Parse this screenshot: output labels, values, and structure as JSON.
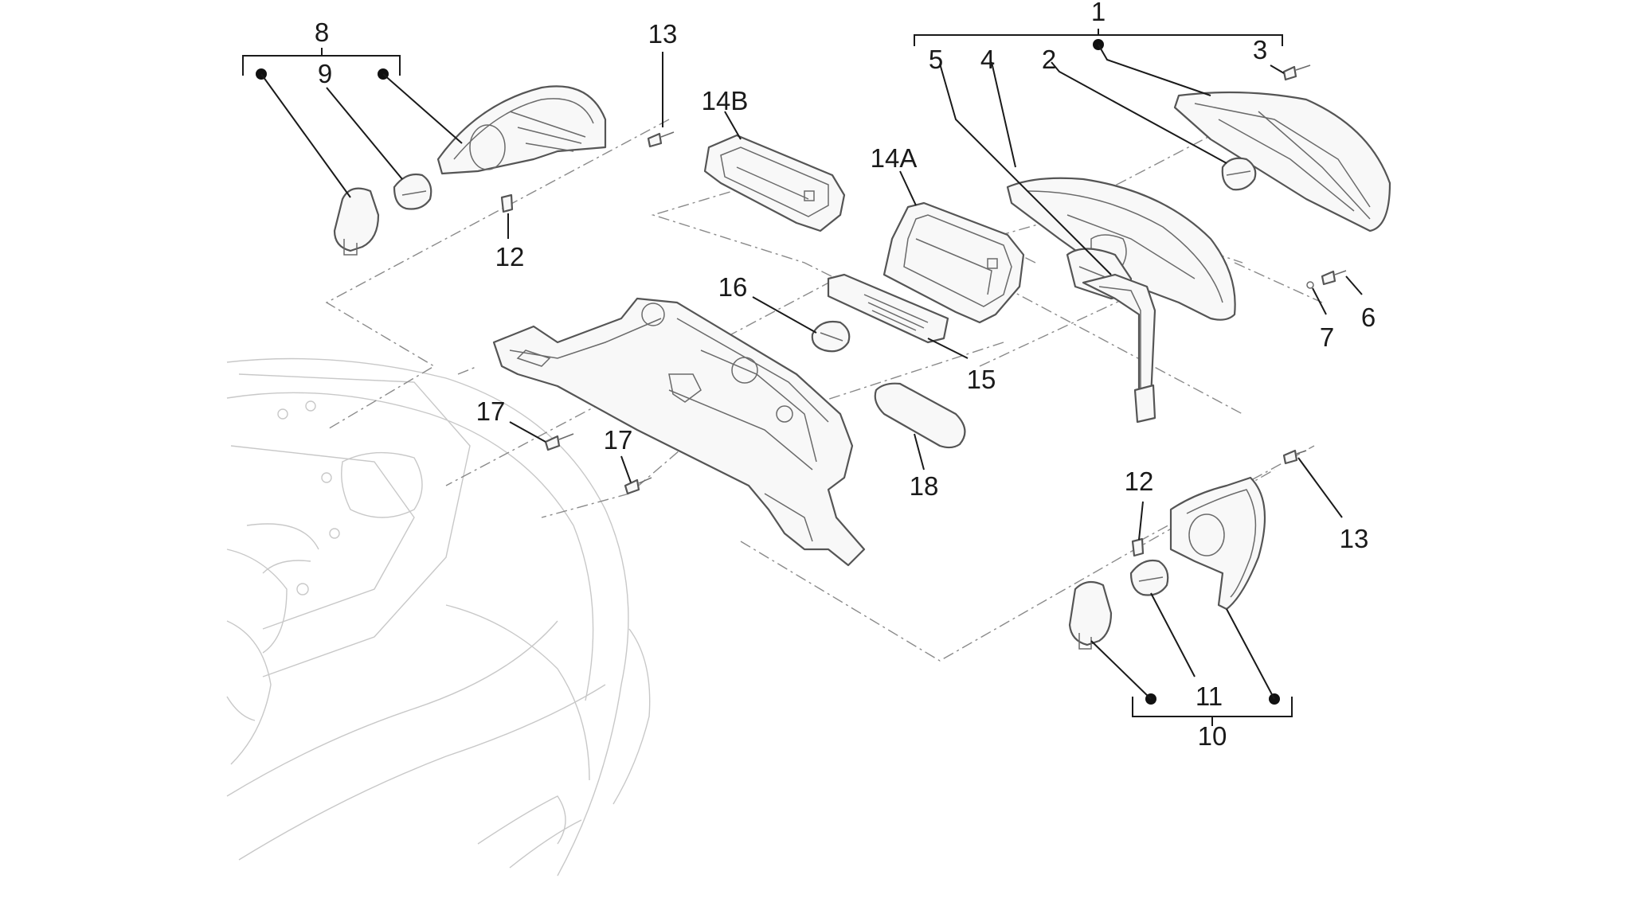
{
  "diagram": {
    "accent_color": "#1a1a1a",
    "line_color": "#555555",
    "labels": {
      "l1": "1",
      "l2": "2",
      "l3": "3",
      "l4": "4",
      "l5": "5",
      "l6": "6",
      "l7": "7",
      "l8": "8",
      "l9": "9",
      "l10": "10",
      "l11": "11",
      "l12a": "12",
      "l12b": "12",
      "l13a": "13",
      "l13b": "13",
      "l14a": "14A",
      "l14b": "14B",
      "l15": "15",
      "l16": "16",
      "l17a": "17",
      "l17b": "17",
      "l18": "18"
    }
  }
}
